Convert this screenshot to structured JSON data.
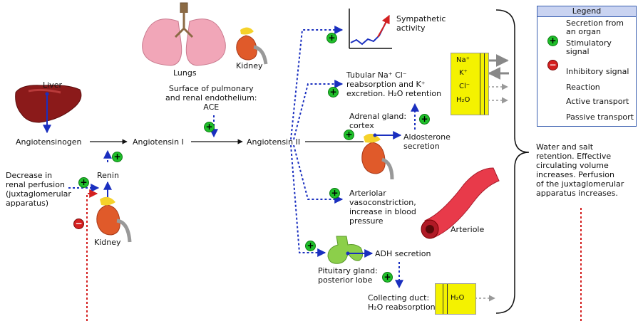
{
  "legend": {
    "title": "Legend",
    "items": [
      "Secretion from\nan organ",
      "Stimulatory\nsignal",
      "Inhibitory signal",
      "Reaction",
      "Active transport",
      "Passive transport"
    ]
  },
  "labels": {
    "liver": "Liver",
    "lungs": "Lungs",
    "kidney_top": "Kidney",
    "kidney_bottom": "Kidney",
    "surface": "Surface of pulmonary\nand renal endothelium:\nACE",
    "angiotensinogen": "Angiotensinogen",
    "angiotensin1": "Angiotensin I",
    "angiotensin2": "Angiotensin II",
    "renin": "Renin",
    "decrease": "Decrease in\nrenal perfusion\n(juxtaglomerular\napparatus)",
    "sympathetic": "Sympathetic\nactivity",
    "tubular": "Tubular Na⁺ Cl⁻\nreabsorption and K⁺\nexcretion. H₂O retention",
    "adrenal": "Adrenal gland:\ncortex",
    "aldosterone": "Aldosterone\nsecretion",
    "arteriolar": "Arteriolar\nvasoconstriction,\nincrease in blood\npressure",
    "arteriole": "Arteriole",
    "pituitary": "Pituitary gland:\nposterior lobe",
    "adh": "ADH secretion",
    "collecting": "Collecting duct:\nH₂O reabsorption",
    "result": "Water and salt\nretention. Effective\ncirculating volume\nincreases. Perfusion\nof the juxtaglomerular\napparatus increases."
  },
  "ions": {
    "na": "Na⁺",
    "k": "K⁺",
    "cl": "Cl⁻",
    "h2o": "H₂O",
    "h2o_duct": "H₂O"
  },
  "badges": {
    "plus": "+",
    "minus": "−"
  },
  "colors": {
    "secretion": "#1a2fbf",
    "stimulatory": "#1a2fbf",
    "inhibitory": "#d42020",
    "reaction": "#111111",
    "active": "#888888",
    "passive": "#999999",
    "yellow": "#f4f200",
    "plus": "#1fbf2a"
  }
}
